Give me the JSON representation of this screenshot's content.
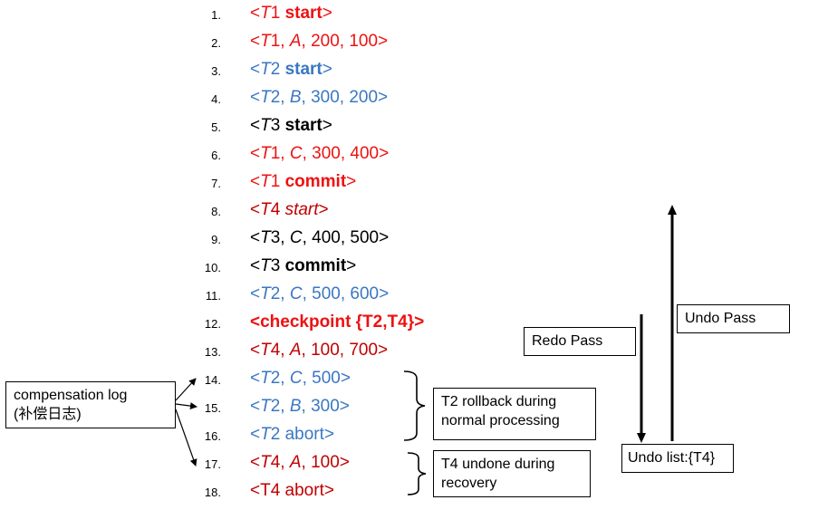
{
  "log": [
    {
      "n": "1.",
      "parts": [
        {
          "t": "<",
          "s": ""
        },
        {
          "t": "T",
          "s": "i"
        },
        {
          "t": "1 ",
          "s": ""
        },
        {
          "t": "start",
          "s": "b"
        },
        {
          "t": ">",
          "s": ""
        }
      ],
      "color": "red",
      "bold": true
    },
    {
      "n": "2.",
      "parts": [
        {
          "t": "<",
          "s": ""
        },
        {
          "t": "T",
          "s": "i"
        },
        {
          "t": "1, ",
          "s": ""
        },
        {
          "t": "A",
          "s": "i"
        },
        {
          "t": ", 200, 100>",
          "s": ""
        }
      ],
      "color": "red"
    },
    {
      "n": "3.",
      "parts": [
        {
          "t": "<",
          "s": ""
        },
        {
          "t": "T",
          "s": "i"
        },
        {
          "t": "2 ",
          "s": ""
        },
        {
          "t": "start",
          "s": "b"
        },
        {
          "t": ">",
          "s": ""
        }
      ],
      "color": "blue"
    },
    {
      "n": "4.",
      "parts": [
        {
          "t": "<",
          "s": ""
        },
        {
          "t": "T",
          "s": "i"
        },
        {
          "t": "2, ",
          "s": ""
        },
        {
          "t": "B",
          "s": "i"
        },
        {
          "t": ", 300, 200>",
          "s": ""
        }
      ],
      "color": "blue"
    },
    {
      "n": "5.",
      "parts": [
        {
          "t": "<",
          "s": ""
        },
        {
          "t": "T",
          "s": "i"
        },
        {
          "t": "3 ",
          "s": ""
        },
        {
          "t": "start",
          "s": "b"
        },
        {
          "t": ">",
          "s": ""
        }
      ],
      "color": "black"
    },
    {
      "n": "6.",
      "parts": [
        {
          "t": "<",
          "s": ""
        },
        {
          "t": "T",
          "s": "i"
        },
        {
          "t": "1, ",
          "s": ""
        },
        {
          "t": "C",
          "s": "i"
        },
        {
          "t": ", 300, 400>",
          "s": ""
        }
      ],
      "color": "red"
    },
    {
      "n": "7.",
      "parts": [
        {
          "t": "<",
          "s": ""
        },
        {
          "t": "T",
          "s": "i"
        },
        {
          "t": "1 ",
          "s": ""
        },
        {
          "t": "commit",
          "s": "b"
        },
        {
          "t": ">",
          "s": ""
        }
      ],
      "color": "red"
    },
    {
      "n": "8.",
      "parts": [
        {
          "t": "<",
          "s": ""
        },
        {
          "t": "T",
          "s": "i"
        },
        {
          "t": "4 ",
          "s": ""
        },
        {
          "t": "start",
          "s": "i"
        },
        {
          "t": ">",
          "s": ""
        }
      ],
      "color": "dark"
    },
    {
      "n": "9.",
      "parts": [
        {
          "t": "<",
          "s": ""
        },
        {
          "t": "T",
          "s": "i"
        },
        {
          "t": "3, ",
          "s": ""
        },
        {
          "t": "C",
          "s": "i"
        },
        {
          "t": ", 400, 500>",
          "s": ""
        }
      ],
      "color": "black"
    },
    {
      "n": "10.",
      "parts": [
        {
          "t": "<",
          "s": ""
        },
        {
          "t": "T",
          "s": "i"
        },
        {
          "t": "3 ",
          "s": ""
        },
        {
          "t": "commit",
          "s": "b"
        },
        {
          "t": ">",
          "s": ""
        }
      ],
      "color": "black"
    },
    {
      "n": "11.",
      "parts": [
        {
          "t": "<",
          "s": ""
        },
        {
          "t": "T",
          "s": "i"
        },
        {
          "t": "2, ",
          "s": ""
        },
        {
          "t": "C",
          "s": "i"
        },
        {
          "t": ", 500, 600>",
          "s": ""
        }
      ],
      "color": "blue"
    },
    {
      "n": "12.",
      "parts": [
        {
          "t": "<checkpoint {T2,T4}>",
          "s": "b"
        }
      ],
      "color": "red"
    },
    {
      "n": "13.",
      "parts": [
        {
          "t": "<",
          "s": ""
        },
        {
          "t": "T",
          "s": "i"
        },
        {
          "t": "4, ",
          "s": ""
        },
        {
          "t": "A",
          "s": "i"
        },
        {
          "t": ", 100, 700>",
          "s": ""
        }
      ],
      "color": "dark"
    },
    {
      "n": "14.",
      "parts": [
        {
          "t": "<",
          "s": ""
        },
        {
          "t": "T",
          "s": "i"
        },
        {
          "t": "2, ",
          "s": ""
        },
        {
          "t": "C",
          "s": "i"
        },
        {
          "t": ", 500>",
          "s": ""
        }
      ],
      "color": "blue"
    },
    {
      "n": "15.",
      "parts": [
        {
          "t": "<",
          "s": ""
        },
        {
          "t": "T",
          "s": "i"
        },
        {
          "t": "2, ",
          "s": ""
        },
        {
          "t": "B",
          "s": "i"
        },
        {
          "t": ", 300>",
          "s": ""
        }
      ],
      "color": "blue"
    },
    {
      "n": "16.",
      "parts": [
        {
          "t": "<",
          "s": ""
        },
        {
          "t": "T",
          "s": "i"
        },
        {
          "t": "2 abort>",
          "s": ""
        }
      ],
      "color": "blue"
    },
    {
      "n": "17.",
      "parts": [
        {
          "t": "<",
          "s": ""
        },
        {
          "t": "T",
          "s": "i"
        },
        {
          "t": "4, ",
          "s": ""
        },
        {
          "t": "A",
          "s": "i"
        },
        {
          "t": ", 100>",
          "s": ""
        }
      ],
      "color": "dark"
    },
    {
      "n": "18.",
      "parts": [
        {
          "t": "<T4 abort>",
          "s": ""
        }
      ],
      "color": "dark"
    }
  ],
  "labels": {
    "compensation": "compensation log\n(补偿日志)",
    "t2_rollback": "T2 rollback during\nnormal processing",
    "t4_undone": "T4 undone  during\nrecovery",
    "redo_pass": "Redo Pass",
    "undo_pass": "Undo Pass",
    "undo_list": "Undo list:{T4}"
  },
  "colors": {
    "red": "#ee1111",
    "dark": "#c00000",
    "blue": "#3a77c2",
    "black": "#000000"
  }
}
